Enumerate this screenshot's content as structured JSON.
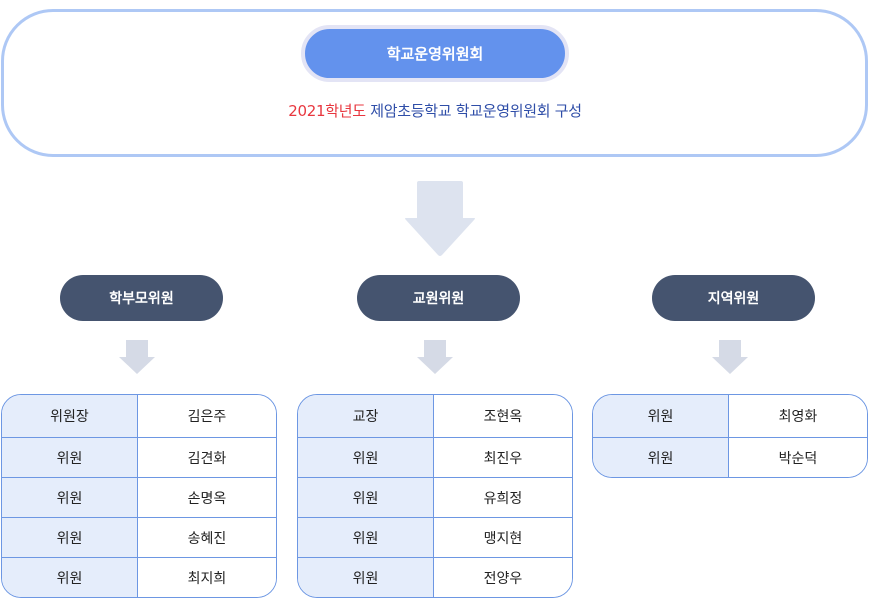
{
  "header": {
    "title": "학교운영위원회",
    "subtitle_year": "2021학년도",
    "subtitle_rest": "제암초등학교 학교운영위원회 구성"
  },
  "colors": {
    "main_pill": "#6392ed",
    "category_pill": "#45546f",
    "table_border": "#6d97e3",
    "role_bg": "#e5edfb",
    "subtitle_red": "#e8373f",
    "subtitle_blue": "#2f4ea8",
    "arrow": "#dde3ef"
  },
  "groups": [
    {
      "label": "학부모위원",
      "members": [
        {
          "role": "위원장",
          "name": "김은주"
        },
        {
          "role": "위원",
          "name": "김견화"
        },
        {
          "role": "위원",
          "name": "손명옥"
        },
        {
          "role": "위원",
          "name": "송혜진"
        },
        {
          "role": "위원",
          "name": "최지희"
        }
      ]
    },
    {
      "label": "교원위원",
      "members": [
        {
          "role": "교장",
          "name": "조현옥"
        },
        {
          "role": "위원",
          "name": "최진우"
        },
        {
          "role": "위원",
          "name": "유희정"
        },
        {
          "role": "위원",
          "name": "맹지현"
        },
        {
          "role": "위원",
          "name": "전양우"
        }
      ]
    },
    {
      "label": "지역위원",
      "members": [
        {
          "role": "위원",
          "name": "최영화"
        },
        {
          "role": "위원",
          "name": "박순덕"
        }
      ]
    }
  ]
}
